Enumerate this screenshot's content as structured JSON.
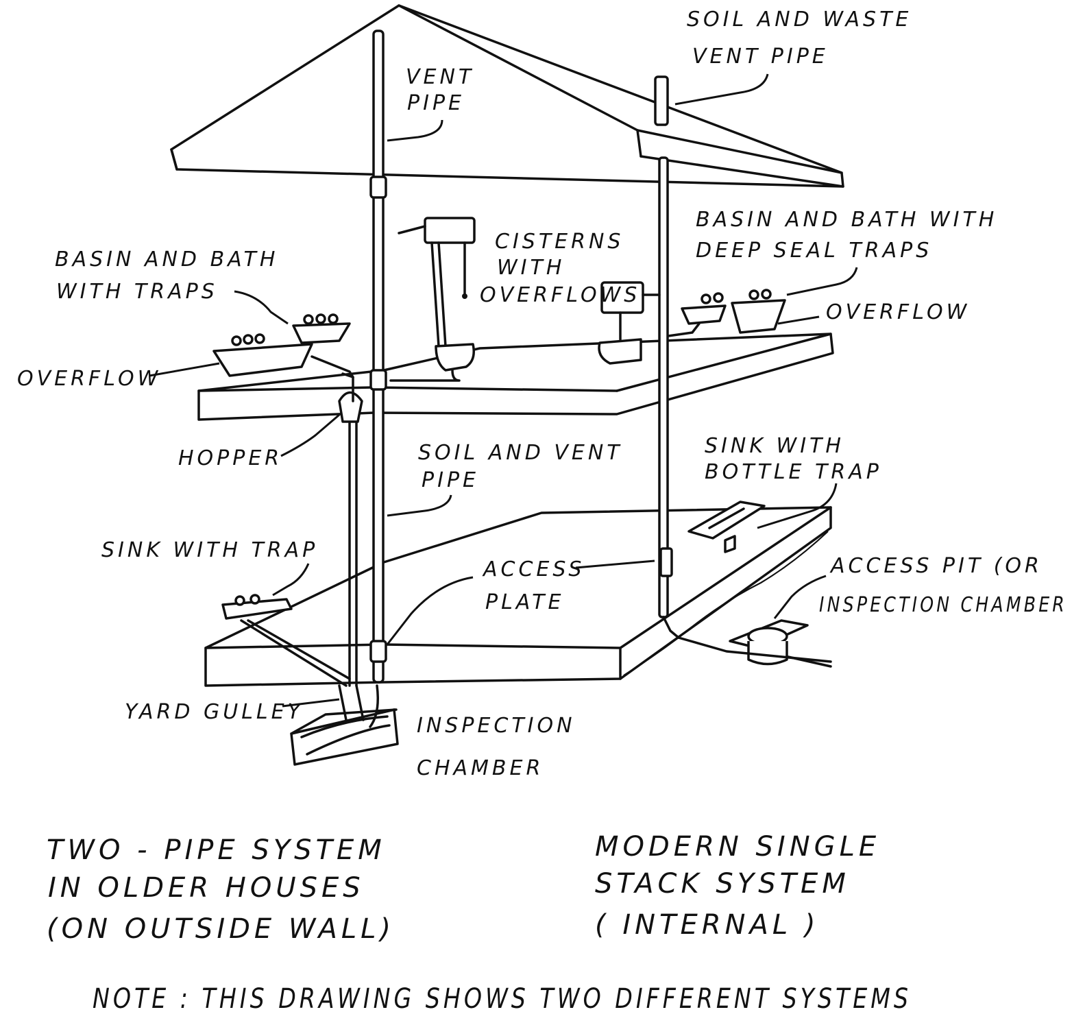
{
  "labels": {
    "soil_waste_vent_1": "SOIL AND WASTE",
    "soil_waste_vent_2": "VENT PIPE",
    "vent_pipe_1": "VENT",
    "vent_pipe_2": "PIPE",
    "basin_deep_1": "BASIN AND BATH WITH",
    "basin_deep_2": "DEEP SEAL TRAPS",
    "cisterns_1": "CISTERNS",
    "cisterns_2": "WITH",
    "cisterns_3": "OVERFLOWS",
    "basin_traps_1": "BASIN AND BATH",
    "basin_traps_2": "WITH TRAPS",
    "overflow_right": "OVERFLOW",
    "overflow_left": "OVERFLOW",
    "hopper": "HOPPER",
    "soil_vent_1": "SOIL AND VENT",
    "soil_vent_2": "PIPE",
    "sink_bottle_1": "SINK WITH",
    "sink_bottle_2": "BOTTLE TRAP",
    "sink_trap": "SINK WITH TRAP",
    "access_plate_1": "ACCESS",
    "access_plate_2": "PLATE",
    "access_pit_1": "ACCESS PIT (OR",
    "access_pit_2": "INSPECTION CHAMBER",
    "yard_gulley": "YARD GULLEY",
    "inspection_1": "INSPECTION",
    "inspection_2": "CHAMBER"
  },
  "captions": {
    "two_pipe_1": "TWO - PIPE SYSTEM",
    "two_pipe_2": "IN OLDER HOUSES",
    "two_pipe_3": "(ON OUTSIDE WALL)",
    "single_stack_1": "MODERN SINGLE",
    "single_stack_2": "STACK SYSTEM",
    "single_stack_3": "( INTERNAL )",
    "note": "NOTE : THIS DRAWING SHOWS TWO DIFFERENT SYSTEMS"
  }
}
